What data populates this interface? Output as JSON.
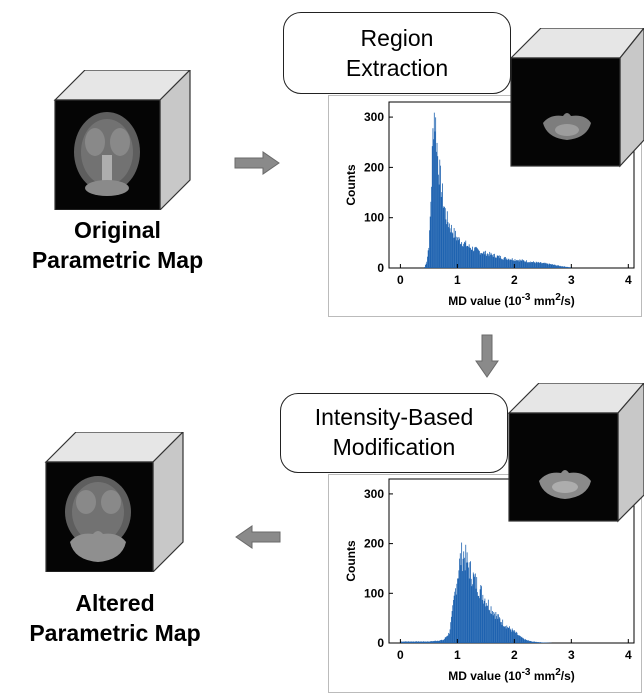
{
  "original": {
    "line1": "Original",
    "line2": "Parametric Map"
  },
  "altered": {
    "line1": "Altered",
    "line2": "Parametric Map"
  },
  "steps": {
    "region": {
      "line1": "Region",
      "line2": "Extraction"
    },
    "intensity": {
      "line1": "Intensity-Based",
      "line2": "Modification"
    }
  },
  "arrow_color": "#8a8a8a",
  "histogram_color": "#1f63b0",
  "chart_data": [
    {
      "type": "bar",
      "ylabel": "Counts",
      "xlabel": "MD value (10^-3 mm^2/s)",
      "xlim": [
        -0.2,
        4.1
      ],
      "ylim": [
        0,
        330
      ],
      "xticks": [
        "0",
        "1",
        "2",
        "3",
        "4"
      ],
      "yticks": [
        "0",
        "100",
        "200",
        "300"
      ],
      "peak": {
        "x": 0.58,
        "y": 315
      },
      "histogram": [
        [
          0.42,
          2
        ],
        [
          0.46,
          15
        ],
        [
          0.5,
          55
        ],
        [
          0.52,
          110
        ],
        [
          0.54,
          175
        ],
        [
          0.56,
          250
        ],
        [
          0.58,
          315
        ],
        [
          0.6,
          300
        ],
        [
          0.62,
          270
        ],
        [
          0.65,
          220
        ],
        [
          0.7,
          170
        ],
        [
          0.75,
          130
        ],
        [
          0.8,
          100
        ],
        [
          0.9,
          75
        ],
        [
          1.0,
          58
        ],
        [
          1.2,
          42
        ],
        [
          1.4,
          32
        ],
        [
          1.6,
          26
        ],
        [
          1.8,
          20
        ],
        [
          2.0,
          17
        ],
        [
          2.3,
          12
        ],
        [
          2.6,
          8
        ],
        [
          2.8,
          4
        ],
        [
          3.0,
          1
        ]
      ]
    },
    {
      "type": "bar",
      "ylabel": "Counts",
      "xlabel": "MD value (10^-3 mm^2/s)",
      "xlim": [
        -0.2,
        4.1
      ],
      "ylim": [
        0,
        330
      ],
      "xticks": [
        "0",
        "1",
        "2",
        "3",
        "4"
      ],
      "yticks": [
        "0",
        "100",
        "200",
        "300"
      ],
      "peak": {
        "x": 1.08,
        "y": 180
      },
      "histogram": [
        [
          0.0,
          3
        ],
        [
          0.5,
          3
        ],
        [
          0.75,
          6
        ],
        [
          0.85,
          20
        ],
        [
          0.9,
          55
        ],
        [
          0.95,
          100
        ],
        [
          1.0,
          140
        ],
        [
          1.05,
          170
        ],
        [
          1.1,
          180
        ],
        [
          1.15,
          165
        ],
        [
          1.2,
          150
        ],
        [
          1.3,
          125
        ],
        [
          1.4,
          105
        ],
        [
          1.5,
          85
        ],
        [
          1.6,
          68
        ],
        [
          1.7,
          52
        ],
        [
          1.8,
          40
        ],
        [
          1.9,
          30
        ],
        [
          2.0,
          22
        ],
        [
          2.1,
          12
        ],
        [
          2.2,
          6
        ],
        [
          2.3,
          3
        ],
        [
          2.5,
          1
        ],
        [
          2.7,
          0
        ]
      ]
    }
  ]
}
